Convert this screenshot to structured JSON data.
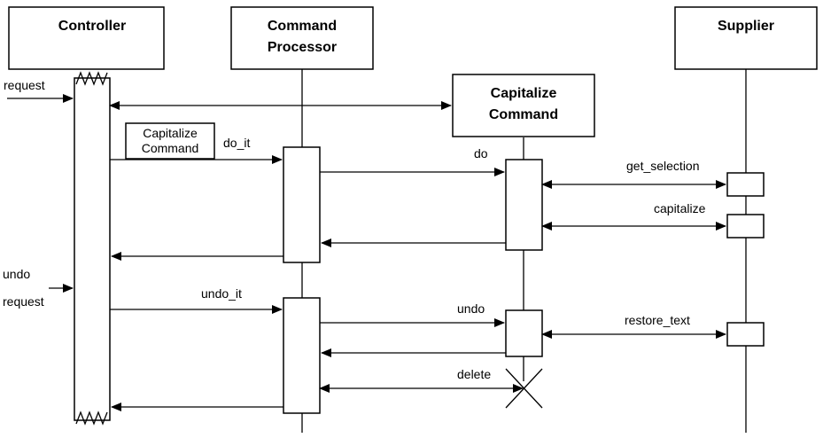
{
  "participants": {
    "controller": "Controller",
    "processor_line1": "Command",
    "processor_line2": "Processor",
    "capitalize_line1": "Capitalize",
    "capitalize_line2": "Command",
    "supplier": "Supplier"
  },
  "note": {
    "line1": "Capitalize",
    "line2": "Command"
  },
  "messages": {
    "request": "request",
    "do_it": "do_it",
    "do": "do",
    "get_selection": "get_selection",
    "capitalize": "capitalize",
    "undo_request_line1": "undo",
    "undo_request_line2": "request",
    "undo_it": "undo_it",
    "undo": "undo",
    "restore_text": "restore_text",
    "delete": "delete"
  }
}
